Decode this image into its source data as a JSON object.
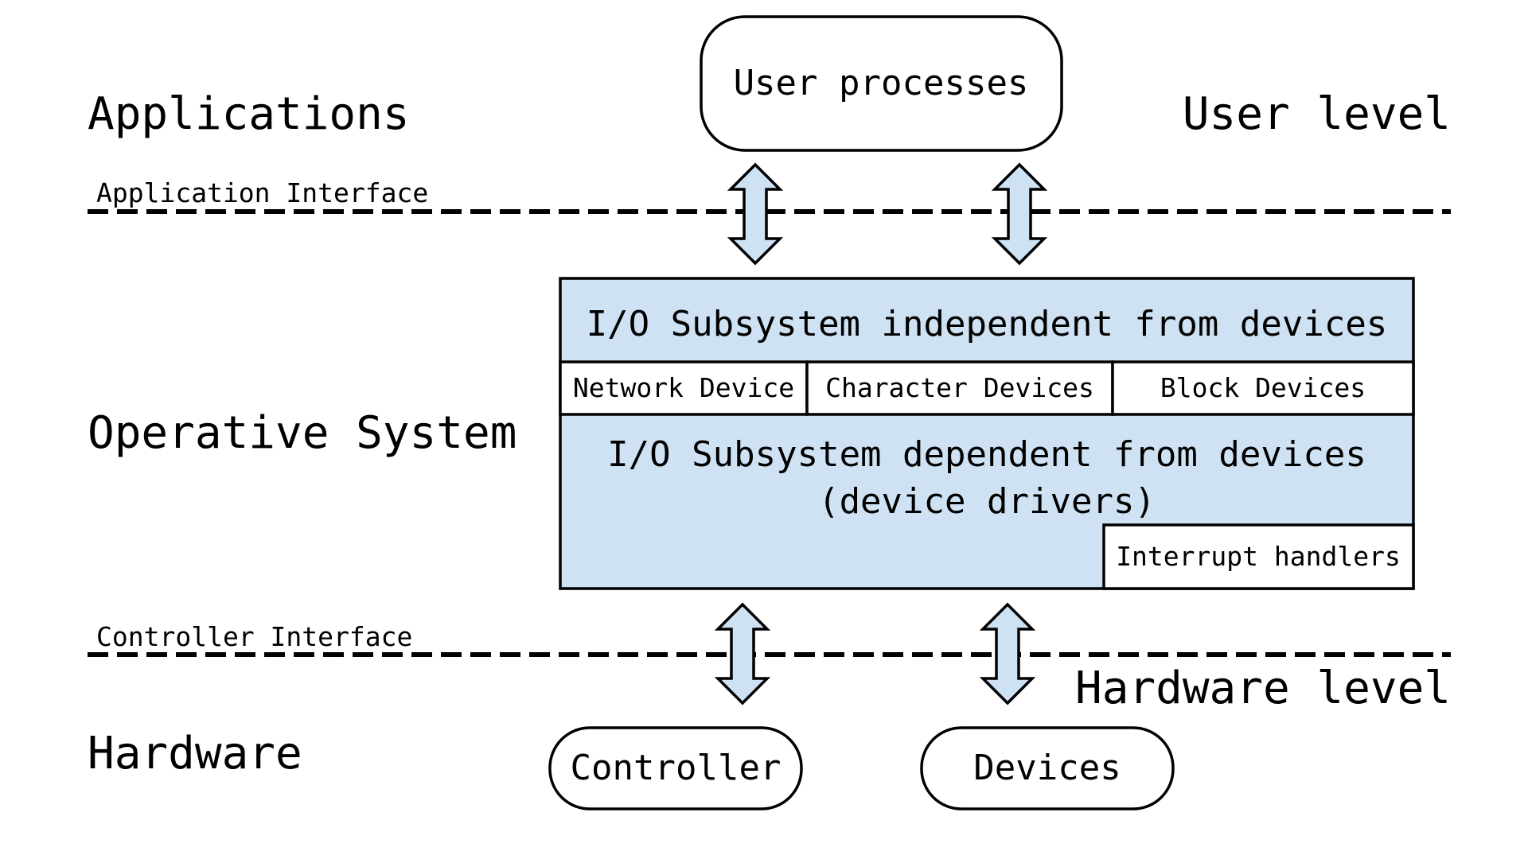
{
  "colors": {
    "fill_blue": "#cfe2f3",
    "stroke": "#000000",
    "background": "#ffffff"
  },
  "levels": {
    "applications": "Applications",
    "user_level": "User level",
    "operative_system": "Operative System",
    "hardware": "Hardware",
    "hardware_level": "Hardware level"
  },
  "interfaces": {
    "application_interface": "Application Interface",
    "controller_interface": "Controller Interface"
  },
  "nodes": {
    "user_processes": "User processes",
    "io_independent": "I/O Subsystem independent from devices",
    "network_device": "Network Device",
    "character_devices": "Character Devices",
    "block_devices": "Block Devices",
    "io_dependent_line1": "I/O Subsystem dependent from devices",
    "io_dependent_line2": "(device drivers)",
    "interrupt_handlers": "Interrupt handlers",
    "controller": "Controller",
    "devices": "Devices"
  }
}
